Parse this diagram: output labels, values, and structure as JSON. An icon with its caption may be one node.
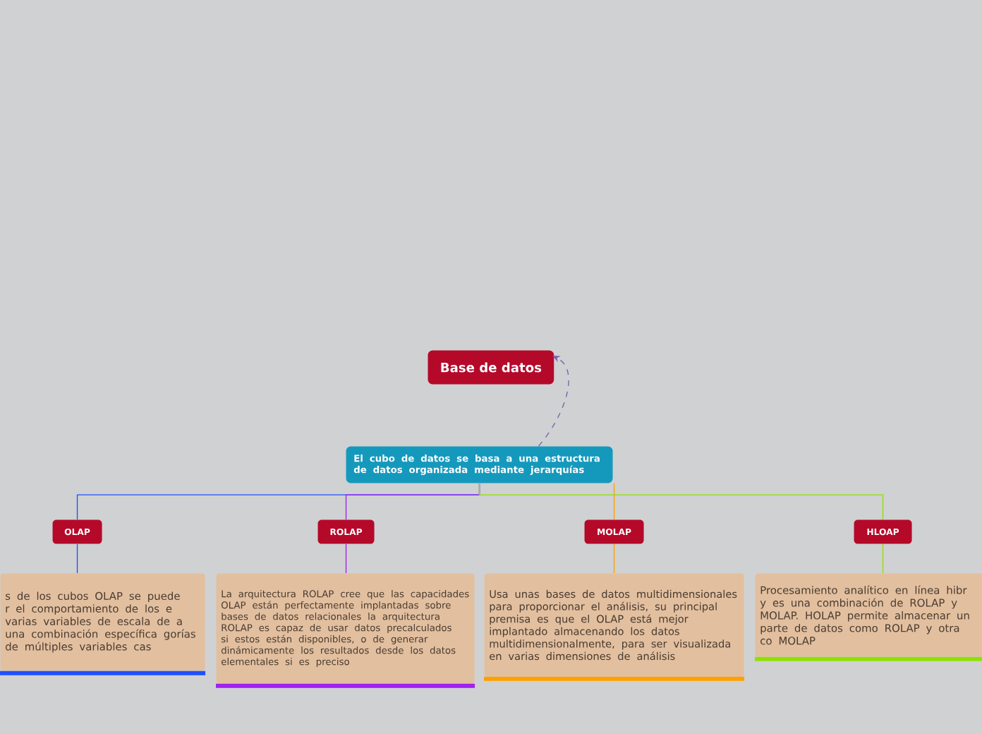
{
  "diagram": {
    "nodes": [
      {
        "text": [
          "Base de datos"
        ]
      },
      {
        "text": [
          "El cubo de datos se basa a  una estructura de datos organizada mediante jerarquías"
        ]
      },
      {
        "text": [
          "OLAP"
        ]
      },
      {
        "text": [
          "ROLAP"
        ]
      },
      {
        "text": [
          "MOLAP"
        ]
      },
      {
        "text": [
          "HLOAP"
        ]
      },
      {
        "text": [
          "s de los cubos OLAP se puede r el comportamiento de los e varias variables de escala de a una combinación específica gorías de múltiples variables cas"
        ]
      },
      {
        "text": [
          "La arquitectura ROLAP cree que las capacidades OLAP están perfectamente implantadas sobre bases de datos relacionales la arquitectura ROLAP es capaz de usar datos precalculados si estos están disponibles, o de generar dinámicamente los resultados desde los datos elementales si es preciso"
        ]
      },
      {
        "text": [
          "Usa unas bases de datos multidimensionales para proporcionar el análisis, su principal premisa es que el OLAP está mejor implantado almacenando los datos multidimensionalmente, para ser visualizada en varias dimensiones de análisis"
        ]
      },
      {
        "text": [
          "Procesamiento analítico en línea hibr y es una combinación de ROLAP y MOLAP. HOLAP permite almacenar un parte de datos como ROLAP y otra co MOLAP"
        ]
      }
    ],
    "edges": [
      {
        "from": 1,
        "to": 0,
        "arrow": "to",
        "style": "dashed",
        "color": "#7b5fb0"
      },
      {
        "from": 1,
        "to": 2,
        "arrow": "none",
        "color": "#1f4fff"
      },
      {
        "from": 1,
        "to": 3,
        "arrow": "none",
        "color": "#a020f0"
      },
      {
        "from": 1,
        "to": 4,
        "arrow": "none",
        "color": "#ffa000"
      },
      {
        "from": 1,
        "to": 5,
        "arrow": "none",
        "color": "#8fe000"
      },
      {
        "from": 2,
        "to": 6,
        "arrow": "none",
        "color": "#1f4fff"
      },
      {
        "from": 3,
        "to": 7,
        "arrow": "none",
        "color": "#a020f0"
      },
      {
        "from": 4,
        "to": 8,
        "arrow": "none",
        "color": "#ffa000"
      },
      {
        "from": 5,
        "to": 9,
        "arrow": "none",
        "color": "#8fe000"
      }
    ]
  }
}
